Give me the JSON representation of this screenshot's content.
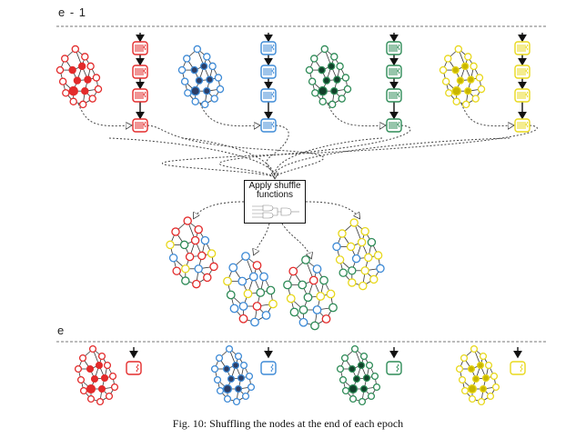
{
  "labels": {
    "previous_epoch": "e - 1",
    "current_epoch": "e"
  },
  "shuffle_box": {
    "line1": "Apply shuffle",
    "line2": "functions"
  },
  "caption": "Fig. 10: Shuffling the nodes at the end of each epoch",
  "colors": {
    "red": "#e32b2b",
    "blue": "#3d8ad6",
    "green": "#2e8b57",
    "yellow": "#e8d81c",
    "dark": "#222222"
  },
  "groups": [
    "red",
    "blue",
    "green",
    "yellow"
  ],
  "icons": {
    "block": "model-block-icon",
    "down_arrow": "down-arrow-icon",
    "graph": "node-graph-icon"
  }
}
